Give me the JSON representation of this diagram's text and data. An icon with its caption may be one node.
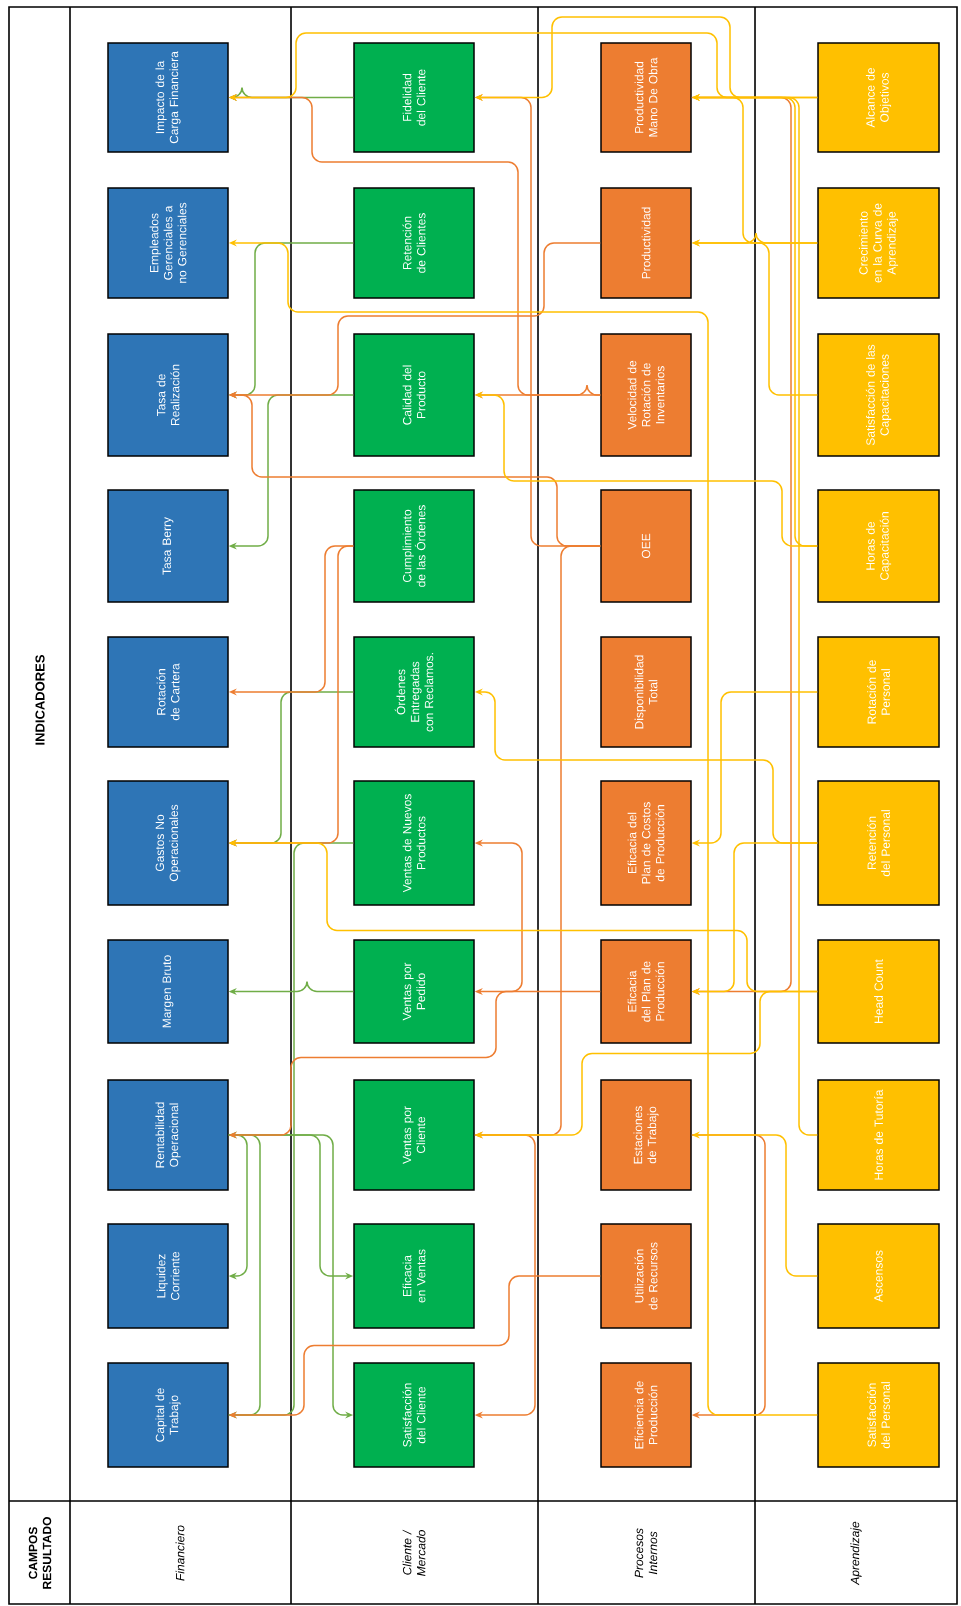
{
  "diagram": {
    "title": "INDICADORES",
    "nodes": [
      {
        "text": [
          "Impacto de la Carga Financiera"
        ]
      },
      {
        "text": [
          "Empleados Gerenciales a no Gerenciales"
        ]
      },
      {
        "text": [
          "Tasa de Realización"
        ]
      },
      {
        "text": [
          "Tasa Berry"
        ]
      },
      {
        "text": [
          "Rotación de Cartera"
        ]
      },
      {
        "text": [
          "Gastos No Operacionales"
        ]
      },
      {
        "text": [
          "Margen Bruto"
        ]
      },
      {
        "text": [
          "Rentabilidad Operacional"
        ]
      },
      {
        "text": [
          "Liquidez Corriente"
        ]
      },
      {
        "text": [
          "Capital de Trabajo"
        ]
      },
      {
        "text": [
          "Fidelidad del Cliente"
        ]
      },
      {
        "text": [
          "Retención de Clientes"
        ]
      },
      {
        "text": [
          "Calidad del Producto"
        ]
      },
      {
        "text": [
          "Cumplimiento de las Órdenes"
        ]
      },
      {
        "text": [
          "Órdenes Entregadas con Reclamos."
        ]
      },
      {
        "text": [
          "Ventas de Nuevos Productos"
        ]
      },
      {
        "text": [
          "Ventas por Pedido"
        ]
      },
      {
        "text": [
          "Ventas por Cliente"
        ]
      },
      {
        "text": [
          "Eficacia en Ventas"
        ]
      },
      {
        "text": [
          "Satisfacción del Cliente"
        ]
      },
      {
        "text": [
          "Productividad Mano De Obra"
        ]
      },
      {
        "text": [
          "Productividad"
        ]
      },
      {
        "text": [
          "Velocidad de Rotación de Inventarios"
        ]
      },
      {
        "text": [
          "OEE"
        ]
      },
      {
        "text": [
          "Disponibilidad Total"
        ]
      },
      {
        "text": [
          "Eficacia del Plan de Costos de Producción"
        ]
      },
      {
        "text": [
          "Eficacia del Plan de Producción"
        ]
      },
      {
        "text": [
          "Estaciones de Trabajo"
        ]
      },
      {
        "text": [
          "Utilización de Recursos"
        ]
      },
      {
        "text": [
          "Eficiencia de Producción"
        ]
      },
      {
        "text": [
          "Alcance de Objetivos"
        ]
      },
      {
        "text": [
          "Crecimiento en la Curva de Aprendizaje"
        ]
      },
      {
        "text": [
          "Satisfacción de las Capacitaciones"
        ]
      },
      {
        "text": [
          "Horas de Capacitación"
        ]
      },
      {
        "text": [
          "Rotación de Personal"
        ]
      },
      {
        "text": [
          "Retención del Personal"
        ]
      },
      {
        "text": [
          "Head Count"
        ]
      },
      {
        "text": [
          "Horas de Tutoría"
        ]
      },
      {
        "text": [
          "Ascensos"
        ]
      },
      {
        "text": [
          "Satisfacción del Personal"
        ]
      }
    ],
    "edges": [
      {
        "from": 10,
        "to": 0,
        "arrow": "to",
        "color": "#70ad47"
      },
      {
        "from": 11,
        "to": 2,
        "arrow": "to",
        "color": "#70ad47"
      },
      {
        "from": 12,
        "to": 3,
        "arrow": "to",
        "color": "#70ad47"
      },
      {
        "from": 14,
        "to": 5,
        "arrow": "to",
        "color": "#70ad47"
      },
      {
        "from": 15,
        "to": 9,
        "arrow": "to",
        "color": "#70ad47"
      },
      {
        "from": 16,
        "to": 6,
        "arrow": "to",
        "color": "#70ad47"
      },
      {
        "from": 7,
        "to": 18,
        "arrow": "to",
        "color": "#70ad47"
      },
      {
        "from": 7,
        "to": 19,
        "arrow": "to",
        "color": "#70ad47"
      },
      {
        "from": 7,
        "to": 8,
        "arrow": "to",
        "color": "#70ad47"
      },
      {
        "from": 9,
        "to": 7,
        "arrow": "to",
        "color": "#70ad47"
      },
      {
        "from": 22,
        "to": 0,
        "arrow": "to",
        "color": "#ed7d31"
      },
      {
        "from": 23,
        "to": 10,
        "arrow": "to",
        "color": "#ed7d31"
      },
      {
        "from": 21,
        "to": 2,
        "arrow": "to",
        "color": "#ed7d31"
      },
      {
        "from": 23,
        "to": 2,
        "arrow": "to",
        "color": "#ed7d31"
      },
      {
        "from": 13,
        "to": 4,
        "arrow": "to",
        "color": "#ed7d31"
      },
      {
        "from": 13,
        "to": 5,
        "arrow": "to",
        "color": "#ed7d31"
      },
      {
        "from": 26,
        "to": 7,
        "arrow": "to",
        "color": "#ed7d31"
      },
      {
        "from": 28,
        "to": 9,
        "arrow": "to",
        "color": "#ed7d31"
      },
      {
        "from": 15,
        "to": 16,
        "arrow": "both",
        "color": "#ed7d31"
      },
      {
        "from": 17,
        "to": 19,
        "arrow": "to",
        "color": "#ed7d31"
      },
      {
        "from": 27,
        "to": 29,
        "arrow": "to",
        "color": "#ed7d31"
      },
      {
        "from": 23,
        "to": 17,
        "arrow": "to",
        "color": "#ed7d31"
      },
      {
        "from": 20,
        "to": 26,
        "arrow": "to",
        "color": "#ed7d31"
      },
      {
        "from": 22,
        "to": 12,
        "arrow": "to",
        "color": "#ed7d31"
      },
      {
        "from": 30,
        "to": 0,
        "arrow": "to"
      },
      {
        "from": 30,
        "to": 10,
        "arrow": "to"
      },
      {
        "from": 31,
        "to": 20,
        "arrow": "to"
      },
      {
        "from": 31,
        "to": 21,
        "arrow": "to"
      },
      {
        "from": 32,
        "to": 21,
        "arrow": "to"
      },
      {
        "from": 33,
        "to": 12,
        "arrow": "to"
      },
      {
        "from": 33,
        "to": 20,
        "arrow": "to"
      },
      {
        "from": 39,
        "to": 1,
        "arrow": "to"
      },
      {
        "from": 34,
        "to": 25,
        "arrow": "to"
      },
      {
        "from": 35,
        "to": 26,
        "arrow": "to"
      },
      {
        "from": 36,
        "to": 5,
        "arrow": "to"
      },
      {
        "from": 36,
        "to": 17,
        "arrow": "to"
      },
      {
        "from": 35,
        "to": 14,
        "arrow": "to"
      },
      {
        "from": 38,
        "to": 27,
        "arrow": "to"
      },
      {
        "from": 37,
        "to": 20,
        "arrow": "to"
      }
    ],
    "labels": [
      "CAMPOS RESULTADO",
      "Financiero",
      "Cliente / Mercado",
      "Procesos Internos",
      "Aprendizaje"
    ]
  }
}
